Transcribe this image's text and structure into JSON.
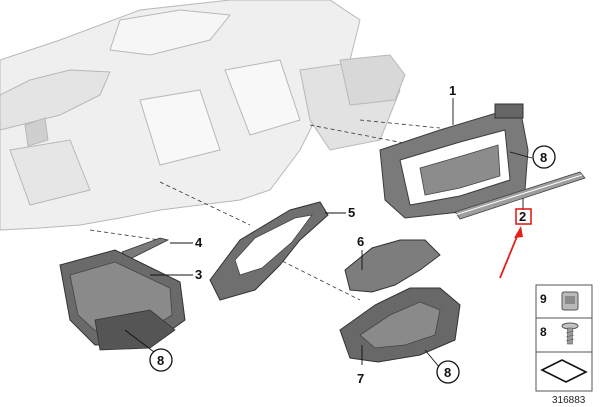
{
  "diagram": {
    "id": "316883",
    "colors": {
      "dash_fill": "#ececec",
      "dash_stroke": "#bdbdbd",
      "part_fill": "#6e6e6e",
      "part_dark": "#4a4a4a",
      "part_light": "#9a9a9a",
      "highlight": "#e3201b"
    },
    "callouts": [
      {
        "number": "1"
      },
      {
        "number": "2",
        "highlighted": true
      },
      {
        "number": "3"
      },
      {
        "number": "4"
      },
      {
        "number": "5"
      },
      {
        "number": "6"
      },
      {
        "number": "7"
      }
    ],
    "circle_callouts": [
      "8",
      "8",
      "8"
    ],
    "legend": [
      {
        "number": "9",
        "icon": "clip-nut-icon"
      },
      {
        "number": "8",
        "icon": "screw-icon"
      },
      {
        "number": "",
        "icon": "seal-strip-icon"
      }
    ]
  }
}
